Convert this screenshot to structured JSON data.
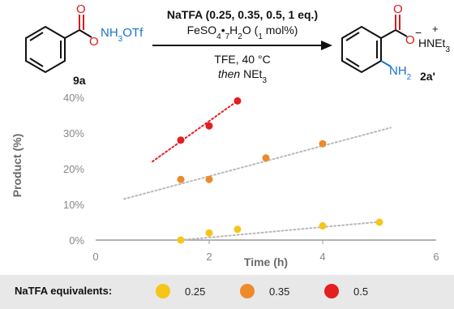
{
  "scheme": {
    "reactant_oxygen": "O",
    "reactant_group": "NH3OTf",
    "reactant_label": "9a",
    "conditions_top": "NaTFA (0.25, 0.35, 0.5, 1 eq.)",
    "conditions_cat": "FeSO4•7H2O (1 mol%)",
    "conditions_bottom": "TFE, 40 °C",
    "conditions_then_word": "then",
    "conditions_then_reagent": "NEt3",
    "product_oxygen": "O",
    "product_anion": "O",
    "product_amine": "NH2",
    "product_counterion": "HNEt3",
    "product_label": "2a'"
  },
  "chart_data": {
    "type": "scatter",
    "xlabel": "Time (h)",
    "ylabel": "Product (%)",
    "xlim": [
      0,
      6
    ],
    "ylim": [
      0,
      40
    ],
    "xticks": [
      0,
      2,
      4,
      6
    ],
    "yticks": [
      0,
      10,
      20,
      30,
      40
    ],
    "ytick_labels": [
      "0%",
      "10%",
      "20%",
      "30%",
      "40%"
    ],
    "legend_title": "NaTFA equivalents:",
    "legend_position": "bottom",
    "series": [
      {
        "name": "0.25",
        "color": "#f5c518",
        "x": [
          1.5,
          2,
          2.5,
          4,
          5
        ],
        "y": [
          0,
          2,
          3,
          4,
          5
        ],
        "trend": {
          "x": [
            1.5,
            5
          ],
          "y": [
            0,
            5.1
          ]
        }
      },
      {
        "name": "0.35",
        "color": "#ee8a2c",
        "x": [
          1.5,
          2,
          3,
          4
        ],
        "y": [
          17,
          17,
          23,
          27
        ],
        "trend": {
          "x": [
            0.5,
            5.2
          ],
          "y": [
            11.5,
            31.5
          ]
        }
      },
      {
        "name": "0.5",
        "color": "#e41f1f",
        "x": [
          1.5,
          2,
          2.5
        ],
        "y": [
          28,
          32,
          39
        ],
        "trend": {
          "x": [
            1,
            2.5
          ],
          "y": [
            22,
            39
          ]
        }
      }
    ]
  }
}
